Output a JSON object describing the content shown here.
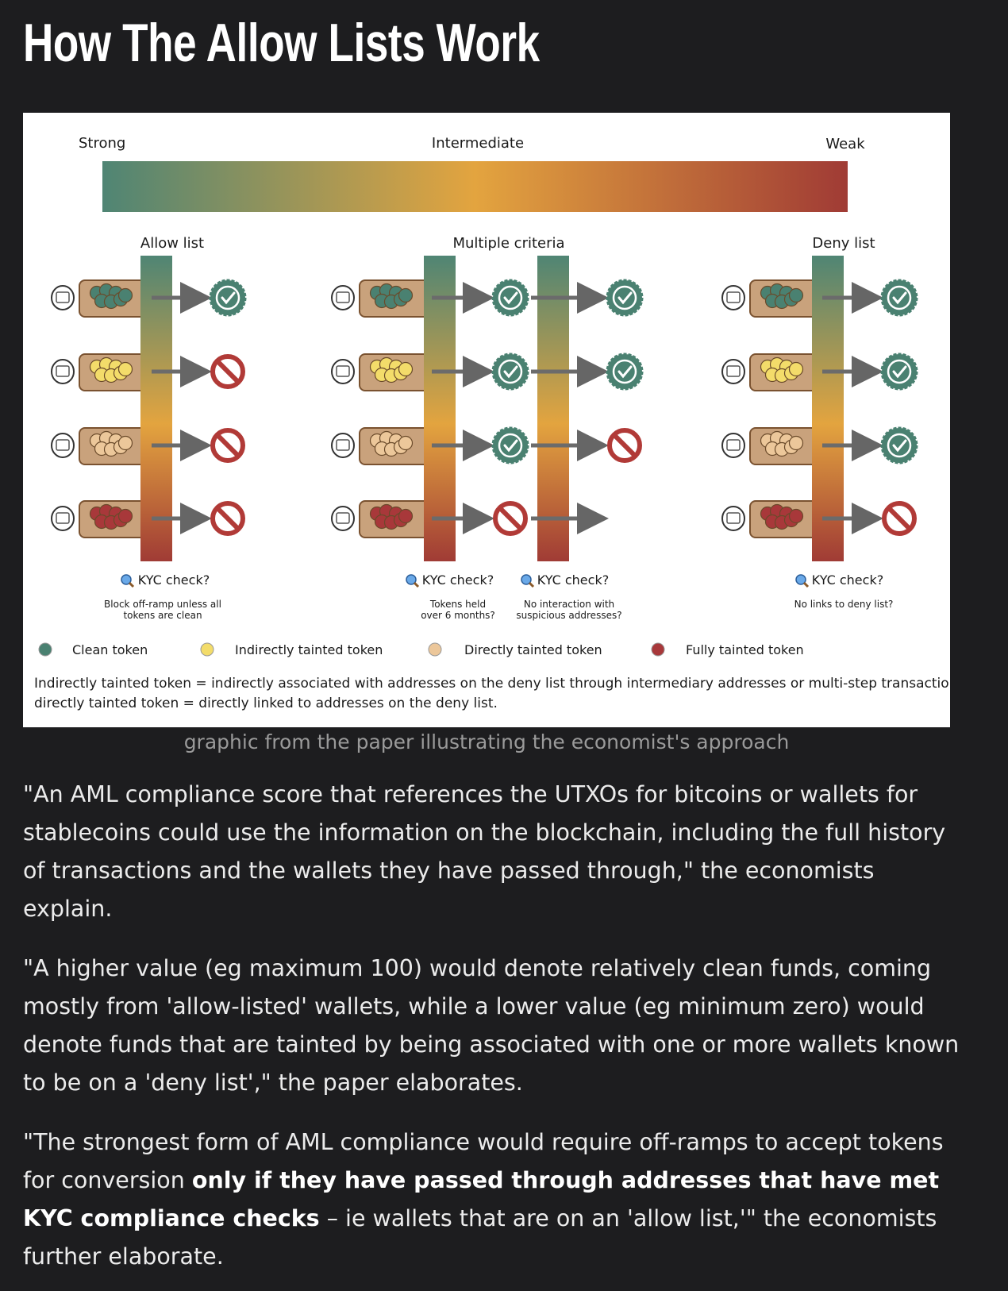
{
  "article": {
    "heading": "How The Allow Lists Work",
    "caption": "graphic from the paper illustrating the economist's approach",
    "paragraphs": [
      {
        "text": "\"An AML compliance score that references the UTXOs for bitcoins or wallets for stablecoins could use the information on the blockchain, including the full history of transactions and the wallets they have passed through,\" the economists explain."
      },
      {
        "text": "\"A higher value (eg maximum 100) would denote relatively clean funds, coming mostly from 'allow-listed' wallets, while a lower value (eg minimum zero) would denote funds that are tainted by being associated with one or more wallets known to be on a 'deny list',\" the paper elaborates."
      },
      {
        "before": "\"The strongest form of AML compliance would require off-ramps to accept tokens for conversion ",
        "bold": "only if they have passed through addresses that have met KYC compliance checks",
        "after": " – ie wallets that are on an 'allow list,'\" the economists further elaborate."
      }
    ]
  },
  "figure": {
    "scale": {
      "strong": "Strong",
      "intermediate": "Intermediate",
      "weak": "Weak"
    },
    "colors": {
      "strong": "#4f8574",
      "intermediate": "#e3a43f",
      "weak": "#a03b35",
      "clean": "#4a8171",
      "indirect": "#f3dc6a",
      "direct": "#ecc79a",
      "full": "#a8383a",
      "wallet": "#c9a27c",
      "wallet_border": "#7a5230",
      "pass": "#4a8171",
      "block": "#b13a37"
    },
    "panels": [
      {
        "title": "Allow list",
        "icon": "magnifier-icon",
        "checks": [
          {
            "label": "KYC check?",
            "note_line1": "Block off-ramp unless all",
            "note_line2": "tokens are clean",
            "results": [
              "pass",
              "block",
              "block",
              "block"
            ]
          }
        ]
      },
      {
        "title": "Multiple criteria",
        "icon": "magnifier-icon",
        "checks": [
          {
            "label": "KYC check?",
            "note_line1": "Tokens held",
            "note_line2": "over 6 months?",
            "results": [
              "pass",
              "pass",
              "pass",
              "block"
            ]
          },
          {
            "label": "KYC check?",
            "note_line1": "No interaction with",
            "note_line2": "suspicious addresses?",
            "results": [
              "pass",
              "pass",
              "block",
              null
            ]
          }
        ]
      },
      {
        "title": "Deny list",
        "icon": "magnifier-icon",
        "checks": [
          {
            "label": "KYC check?",
            "note_line1": "No links to deny list?",
            "note_line2": "",
            "results": [
              "pass",
              "pass",
              "pass",
              "block"
            ]
          }
        ]
      }
    ],
    "wallet_rows": [
      "clean",
      "indirect",
      "direct",
      "full"
    ],
    "legend": [
      {
        "kind": "clean",
        "label": "Clean token"
      },
      {
        "kind": "indirect",
        "label": "Indirectly tainted token"
      },
      {
        "kind": "direct",
        "label": "Directly tainted token"
      },
      {
        "kind": "full",
        "label": "Fully tainted token"
      }
    ],
    "footnote_line1": "Indirectly tainted token = indirectly associated with addresses on the deny list through intermediary addresses or multi-step transactions;",
    "footnote_line2": "directly tainted token = directly linked to addresses on the deny list."
  }
}
